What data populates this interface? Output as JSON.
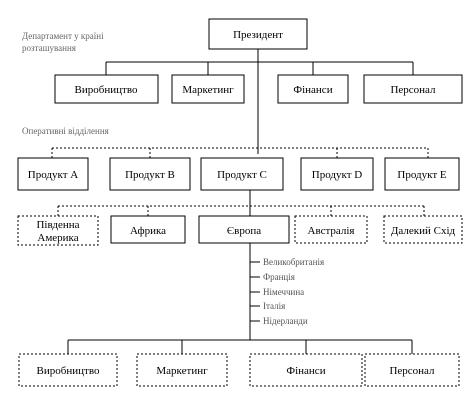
{
  "president": "Президент",
  "note_departments": [
    "Департамент у країні",
    "розташування"
  ],
  "note_divisions": "Оперативні відділення",
  "departments": [
    "Виробництво",
    "Маркетинг",
    "Фінанси",
    "Персонал"
  ],
  "products": [
    "Продукт А",
    "Продукт В",
    "Продукт С",
    "Продукт D",
    "Продукт Е"
  ],
  "regions": [
    [
      "Південна",
      "Америка"
    ],
    [
      "Африка"
    ],
    [
      "Європа"
    ],
    [
      "Австралія"
    ],
    [
      "Далекий Схід"
    ]
  ],
  "countries": [
    "Великобританія",
    "Франція",
    "Німеччина",
    "Італія",
    "Нідерланди"
  ],
  "bottom_departments": [
    "Виробництво",
    "Маркетинг",
    "Фінанси",
    "Персонал"
  ]
}
